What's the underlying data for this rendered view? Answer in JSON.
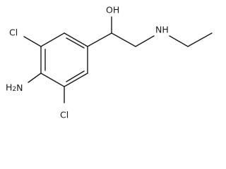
{
  "molecule": {
    "labels": {
      "hydroxyl": "OH",
      "amine": "NH",
      "amino": "H2N",
      "chloro_top": "Cl",
      "chloro_bottom": "Cl"
    },
    "bond_color": "#1a1a1a"
  }
}
